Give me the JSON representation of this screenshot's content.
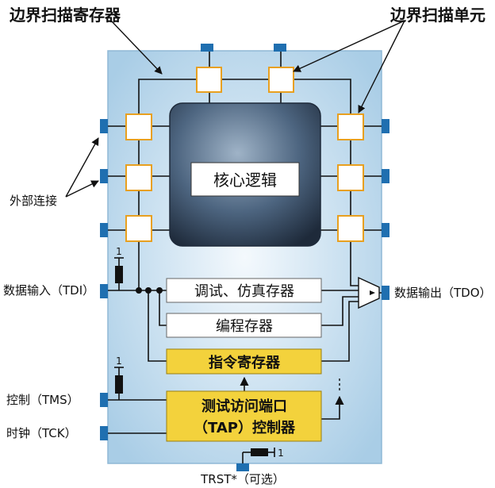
{
  "labels": {
    "boundary_scan_register": "边界扫描寄存器",
    "boundary_scan_cell": "边界扫描单元",
    "external_connection": "外部连接",
    "data_input": "数据输入（TDI）",
    "data_output": "数据输出（TDO）",
    "control": "控制（TMS）",
    "clock": "时钟（TCK）",
    "trst": "TRST*（可选）",
    "core_logic": "核心逻辑",
    "debug_emulation_register": "调试、仿真存器",
    "programming_register": "编程存器",
    "instruction_register": "指令寄存器",
    "tap_controller_line1": "测试访问端口",
    "tap_controller_line2": "（TAP）控制器",
    "pullup_tdi": "1",
    "pullup_tms": "1",
    "pullup_trst": "1"
  },
  "colors": {
    "chip_fill": "#d6e8f4",
    "chip_edge": "#8fb8d6",
    "pin": "#1f6fb0",
    "cell_fill": "#ffffff",
    "cell_border": "#e8a020",
    "register_yellow": "#f3d23c",
    "core_dark": "#2e3f55",
    "core_light": "#8fa6bd"
  }
}
